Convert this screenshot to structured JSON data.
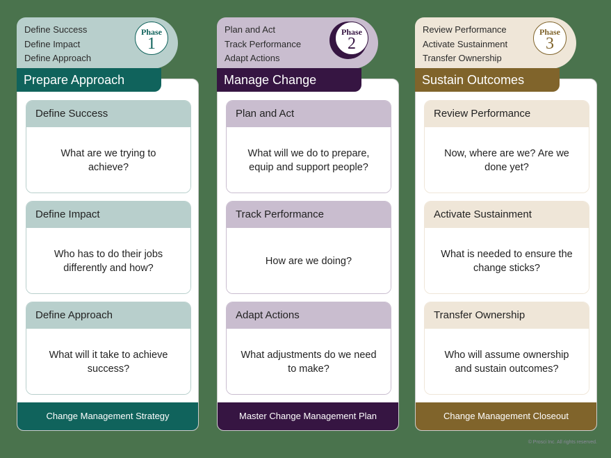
{
  "phases": [
    {
      "number": "1",
      "phase_label": "Phase",
      "tab_items": [
        "Define Success",
        "Define Impact",
        "Define Approach"
      ],
      "title": "Prepare Approach",
      "steps": [
        {
          "heading": "Define Success",
          "question": "What are we trying to achieve?"
        },
        {
          "heading": "Define Impact",
          "question": "Who has to do their jobs differently and how?"
        },
        {
          "heading": "Define Approach",
          "question": "What will it take to achieve success?"
        }
      ],
      "footer": "Change Management Strategy",
      "colors": {
        "dark": "#10635c",
        "light": "#b8cfcc"
      }
    },
    {
      "number": "2",
      "phase_label": "Phase",
      "tab_items": [
        "Plan and Act",
        "Track Performance",
        "Adapt Actions"
      ],
      "title": "Manage Change",
      "steps": [
        {
          "heading": "Plan and Act",
          "question": "What will we do to prepare, equip and support people?"
        },
        {
          "heading": "Track Performance",
          "question": "How are we doing?"
        },
        {
          "heading": "Adapt Actions",
          "question": "What adjustments do we need to make?"
        }
      ],
      "footer": "Master Change Management Plan",
      "colors": {
        "dark": "#361542",
        "light": "#c9bdcf"
      }
    },
    {
      "number": "3",
      "phase_label": "Phase",
      "tab_items": [
        "Review Performance",
        "Activate Sustainment",
        "Transfer Ownership"
      ],
      "title": "Sustain Outcomes",
      "steps": [
        {
          "heading": "Review Performance",
          "question": "Now, where are we? Are we done yet?"
        },
        {
          "heading": "Activate Sustainment",
          "question": "What is needed to ensure the change sticks?"
        },
        {
          "heading": "Transfer Ownership",
          "question": "Who will assume ownership and sustain outcomes?"
        }
      ],
      "footer": "Change Management Closeout",
      "colors": {
        "dark": "#80642b",
        "light": "#efe6d8"
      }
    }
  ],
  "copyright": "© Prosci Inc. All rights reserved."
}
